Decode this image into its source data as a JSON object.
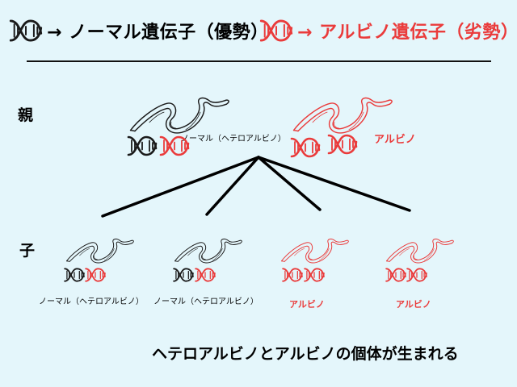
{
  "colors": {
    "normal": "#1a1a1a",
    "albino": "#ea3b3b",
    "background": "#e4f6fb"
  },
  "legend": {
    "normal_gene": "→ ノーマル遺伝子（優勢）",
    "albino_gene": "→ アルビノ遺伝子（劣勢）",
    "icon": "dna-icon"
  },
  "parents": {
    "label": "親",
    "normal_parent": "ノーマル（ヘテロアルビノ）",
    "albino_parent": "アルビノ"
  },
  "children": {
    "label": "子",
    "items": [
      {
        "caption": "ノーマル（ヘテロアルビノ）",
        "genes": [
          "normal",
          "albino"
        ]
      },
      {
        "caption": "ノーマル（ヘテロアルビノ）",
        "genes": [
          "normal",
          "albino"
        ]
      },
      {
        "caption": "アルビノ",
        "genes": [
          "albino",
          "albino"
        ]
      },
      {
        "caption": "アルビノ",
        "genes": [
          "albino",
          "albino"
        ]
      }
    ]
  },
  "footer": "ヘテロアルビノとアルビノの個体が生まれる"
}
